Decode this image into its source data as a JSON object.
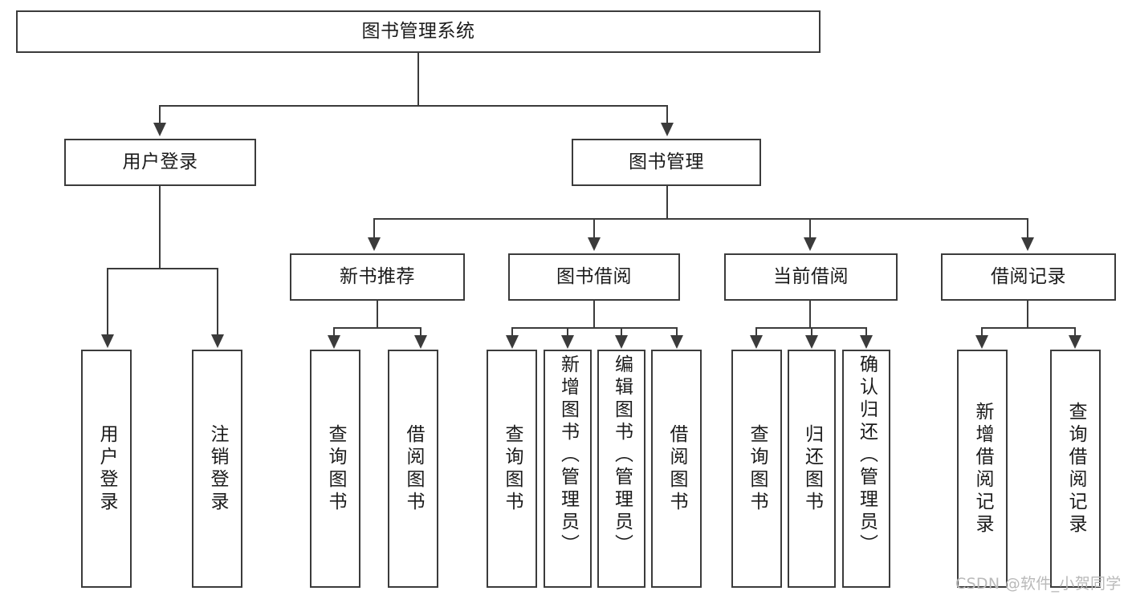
{
  "diagram": {
    "title": "图书管理系统",
    "type": "tree",
    "root": {
      "id": "root",
      "label": "图书管理系统",
      "orientation": "horizontal"
    },
    "level2": [
      {
        "id": "user-login",
        "label": "用户登录",
        "orientation": "horizontal"
      },
      {
        "id": "book-manage",
        "label": "图书管理",
        "orientation": "horizontal"
      }
    ],
    "level3": [
      {
        "id": "new-book-recommend",
        "label": "新书推荐",
        "orientation": "horizontal",
        "parent": "book-manage"
      },
      {
        "id": "book-borrow",
        "label": "图书借阅",
        "orientation": "horizontal",
        "parent": "book-manage"
      },
      {
        "id": "current-borrow",
        "label": "当前借阅",
        "orientation": "horizontal",
        "parent": "book-manage"
      },
      {
        "id": "borrow-record",
        "label": "借阅记录",
        "orientation": "horizontal",
        "parent": "book-manage"
      }
    ],
    "leaves": {
      "user-login": [
        {
          "id": "leaf-user-login",
          "label": "用户登录"
        },
        {
          "id": "leaf-logout",
          "label": "注销登录"
        }
      ],
      "new-book-recommend": [
        {
          "id": "leaf-query-book-1",
          "label": "查询图书"
        },
        {
          "id": "leaf-borrow-book-1",
          "label": "借阅图书"
        }
      ],
      "book-borrow": [
        {
          "id": "leaf-query-book-2",
          "label": "查询图书"
        },
        {
          "id": "leaf-add-book",
          "label": "新增图书（管理员）"
        },
        {
          "id": "leaf-edit-book",
          "label": "编辑图书（管理员）"
        },
        {
          "id": "leaf-borrow-book-2",
          "label": "借阅图书"
        }
      ],
      "current-borrow": [
        {
          "id": "leaf-query-book-3",
          "label": "查询图书"
        },
        {
          "id": "leaf-return-book",
          "label": "归还图书"
        },
        {
          "id": "leaf-confirm-return",
          "label": "确认归还（管理员）"
        }
      ],
      "borrow-record": [
        {
          "id": "leaf-add-record",
          "label": "新增借阅记录"
        },
        {
          "id": "leaf-query-record",
          "label": "查询借阅记录"
        }
      ]
    },
    "colors": {
      "stroke": "#3b3b3b",
      "fill": "#ffffff",
      "text": "#1b1b1b",
      "watermark": "#b9b9b9"
    }
  },
  "watermark": {
    "text": "CSDN @软件_小贺同学"
  }
}
